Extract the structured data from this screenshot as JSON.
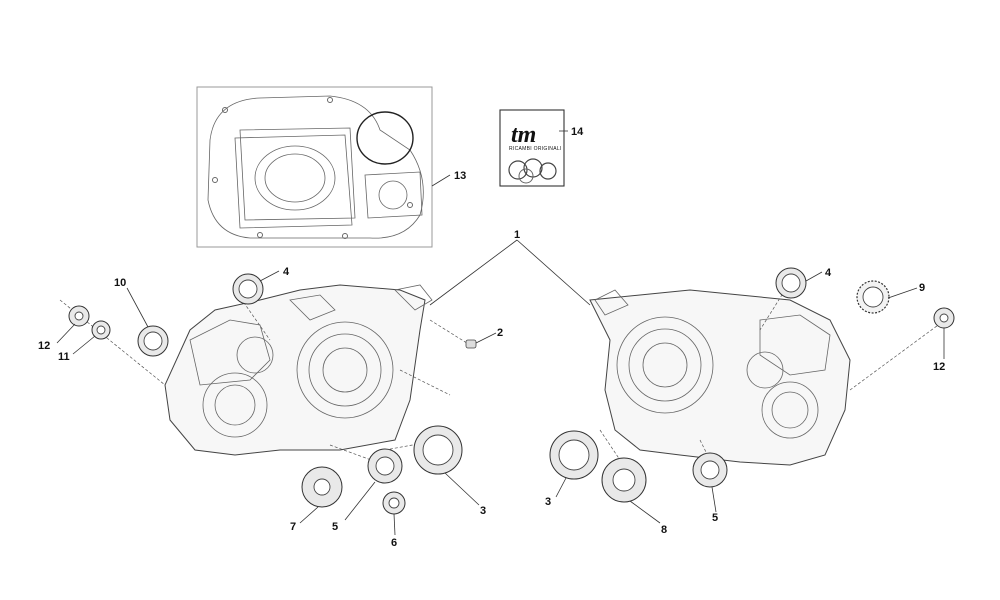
{
  "labels": {
    "p1": "1",
    "p2": "2",
    "p3_left": "3",
    "p3_right": "3",
    "p4_left": "4",
    "p4_right": "4",
    "p5_left": "5",
    "p5_right": "5",
    "p6": "6",
    "p7": "7",
    "p8": "8",
    "p9": "9",
    "p10": "10",
    "p11": "11",
    "p12_left": "12",
    "p12_right": "12",
    "p13": "13",
    "p14": "14"
  },
  "logo": {
    "text": "tm",
    "subtitle": "RICAMBI ORIGINALI"
  },
  "colors": {
    "line": "#333333",
    "fill": "#f7f7f7",
    "background": "#ffffff"
  }
}
